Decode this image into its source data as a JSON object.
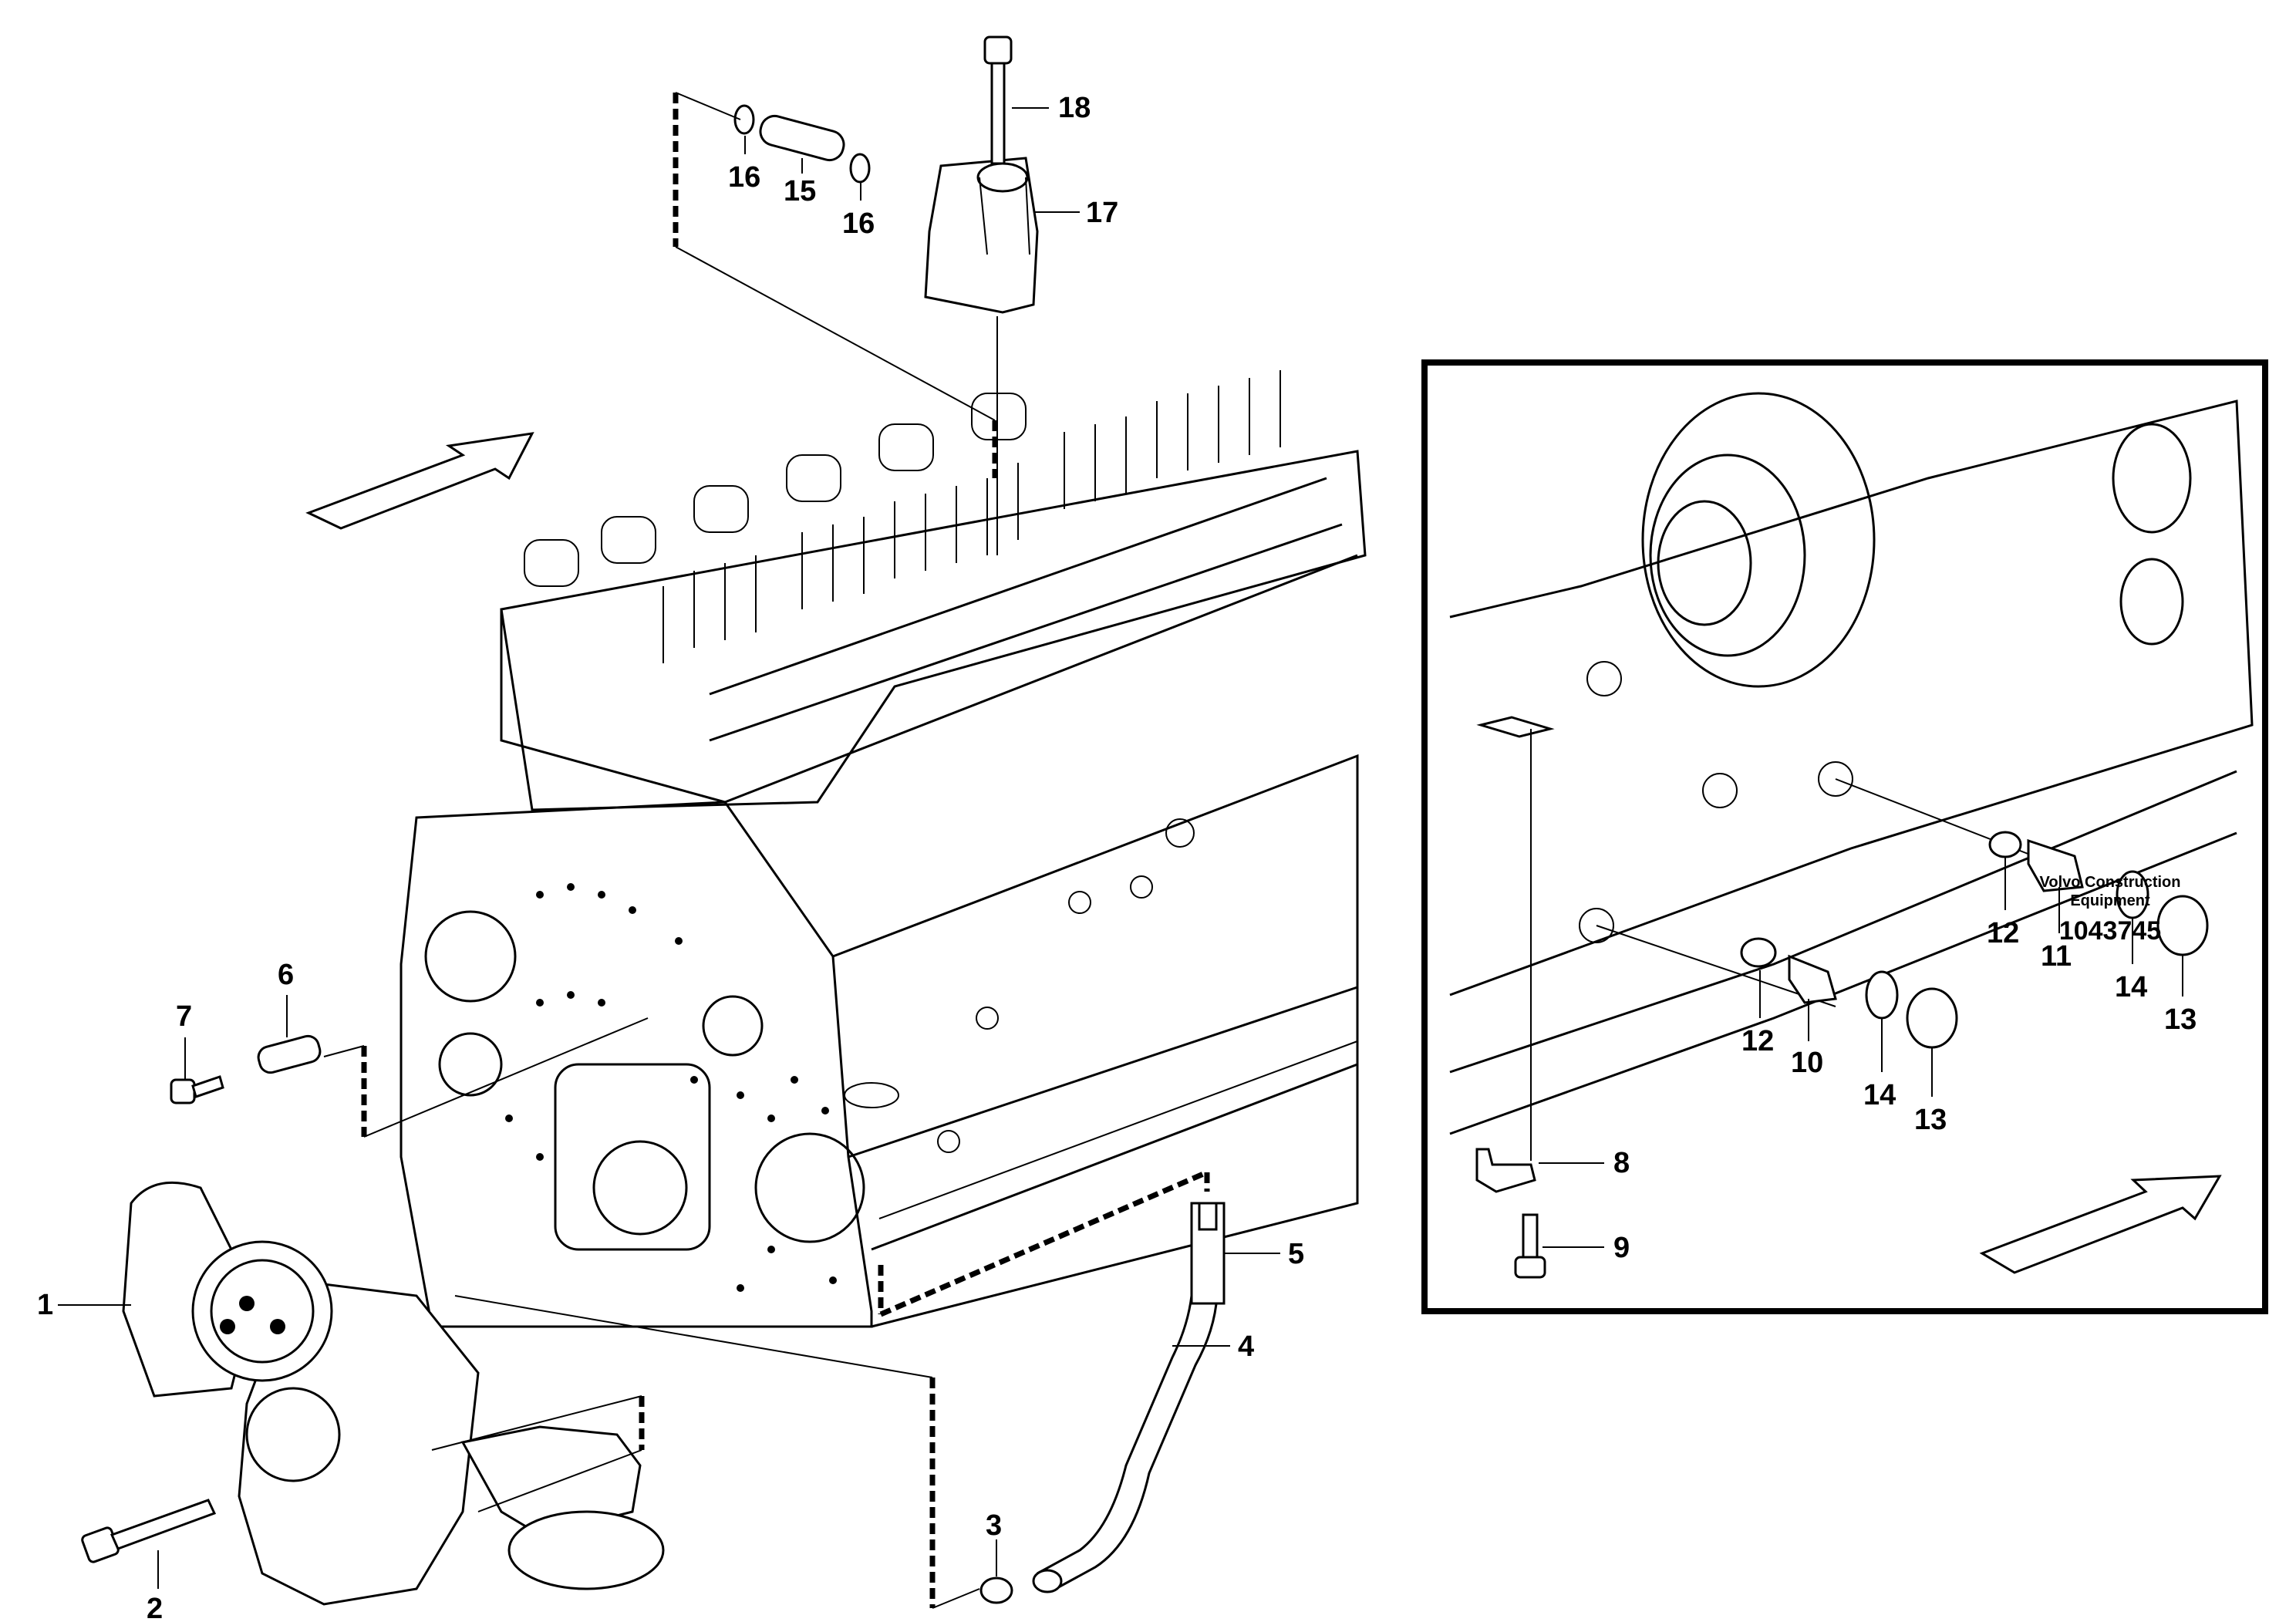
{
  "callouts": {
    "c1": "1",
    "c2": "2",
    "c3": "3",
    "c4": "4",
    "c5": "5",
    "c6": "6",
    "c7": "7",
    "c8": "8",
    "c9": "9",
    "c10": "10",
    "c11": "11",
    "c12a": "12",
    "c12b": "12",
    "c13a": "13",
    "c13b": "13",
    "c14a": "14",
    "c14b": "14",
    "c15": "15",
    "c16a": "16",
    "c16b": "16",
    "c17": "17",
    "c18": "18"
  },
  "footer": {
    "brand_line1": "Volvo Construction",
    "brand_line2": "Equipment",
    "doc_number": "1043745"
  }
}
